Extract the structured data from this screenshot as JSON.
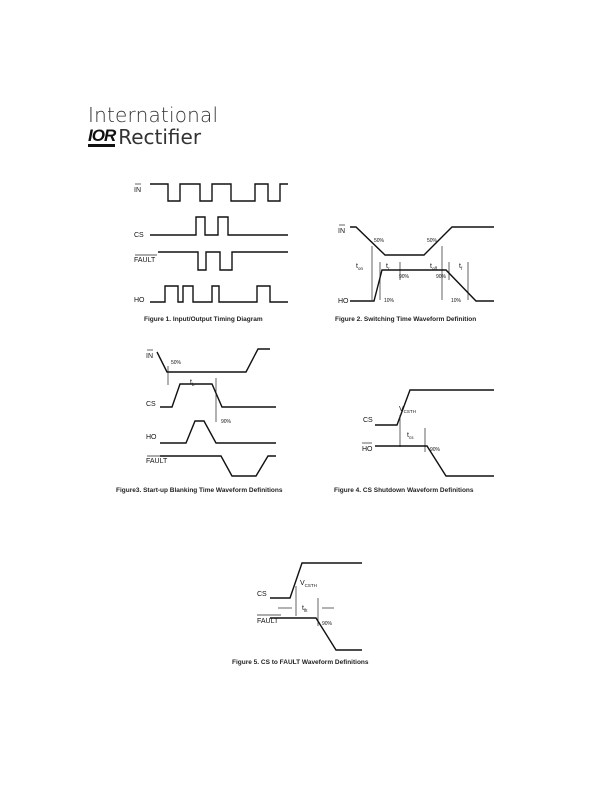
{
  "logo": {
    "line1": "International",
    "mark": "IOR",
    "line2": "Rectifier"
  },
  "fig1": {
    "caption": "Figure 1. Input/Output Timing Diagram",
    "labels": {
      "in": "IN",
      "cs": "CS",
      "fault": "FAULT",
      "ho": "HO"
    }
  },
  "fig2": {
    "caption": "Figure 2. Switching Time Waveform Definition",
    "labels": {
      "in": "IN",
      "ho": "HO",
      "p50a": "50%",
      "p50b": "50%",
      "p90a": "90%",
      "p90b": "90%",
      "p10a": "10%",
      "p10b": "10%",
      "ton": "t",
      "ton_sub": "on",
      "tr": "t",
      "tr_sub": "r",
      "toff": "t",
      "toff_sub": "off",
      "tf": "t",
      "tf_sub": "f"
    }
  },
  "fig3": {
    "caption": "Figure3. Start-up Blanking Time Waveform Definitions",
    "labels": {
      "in": "IN",
      "p50": "50%",
      "tb": "t",
      "tb_sub": "b",
      "cs": "CS",
      "p90": "90%",
      "ho": "HO",
      "fault": "FAULT"
    }
  },
  "fig4": {
    "caption": "Figure 4. CS Shutdown Waveform Definitions",
    "labels": {
      "cs": "CS",
      "vcsth": "V",
      "vcsth_sub": "CSTH",
      "tcs": "t",
      "tcs_sub": "cs",
      "p90": "90%",
      "ho": "HO"
    }
  },
  "fig5": {
    "caption": "Figure 5. CS to FAULT Waveform Definitions",
    "labels": {
      "cs": "CS",
      "vcsth": "V",
      "vcsth_sub": "CSTH",
      "tflt": "t",
      "tflt_sub": "flt",
      "fault": "FAULT",
      "p90": "90%"
    }
  }
}
